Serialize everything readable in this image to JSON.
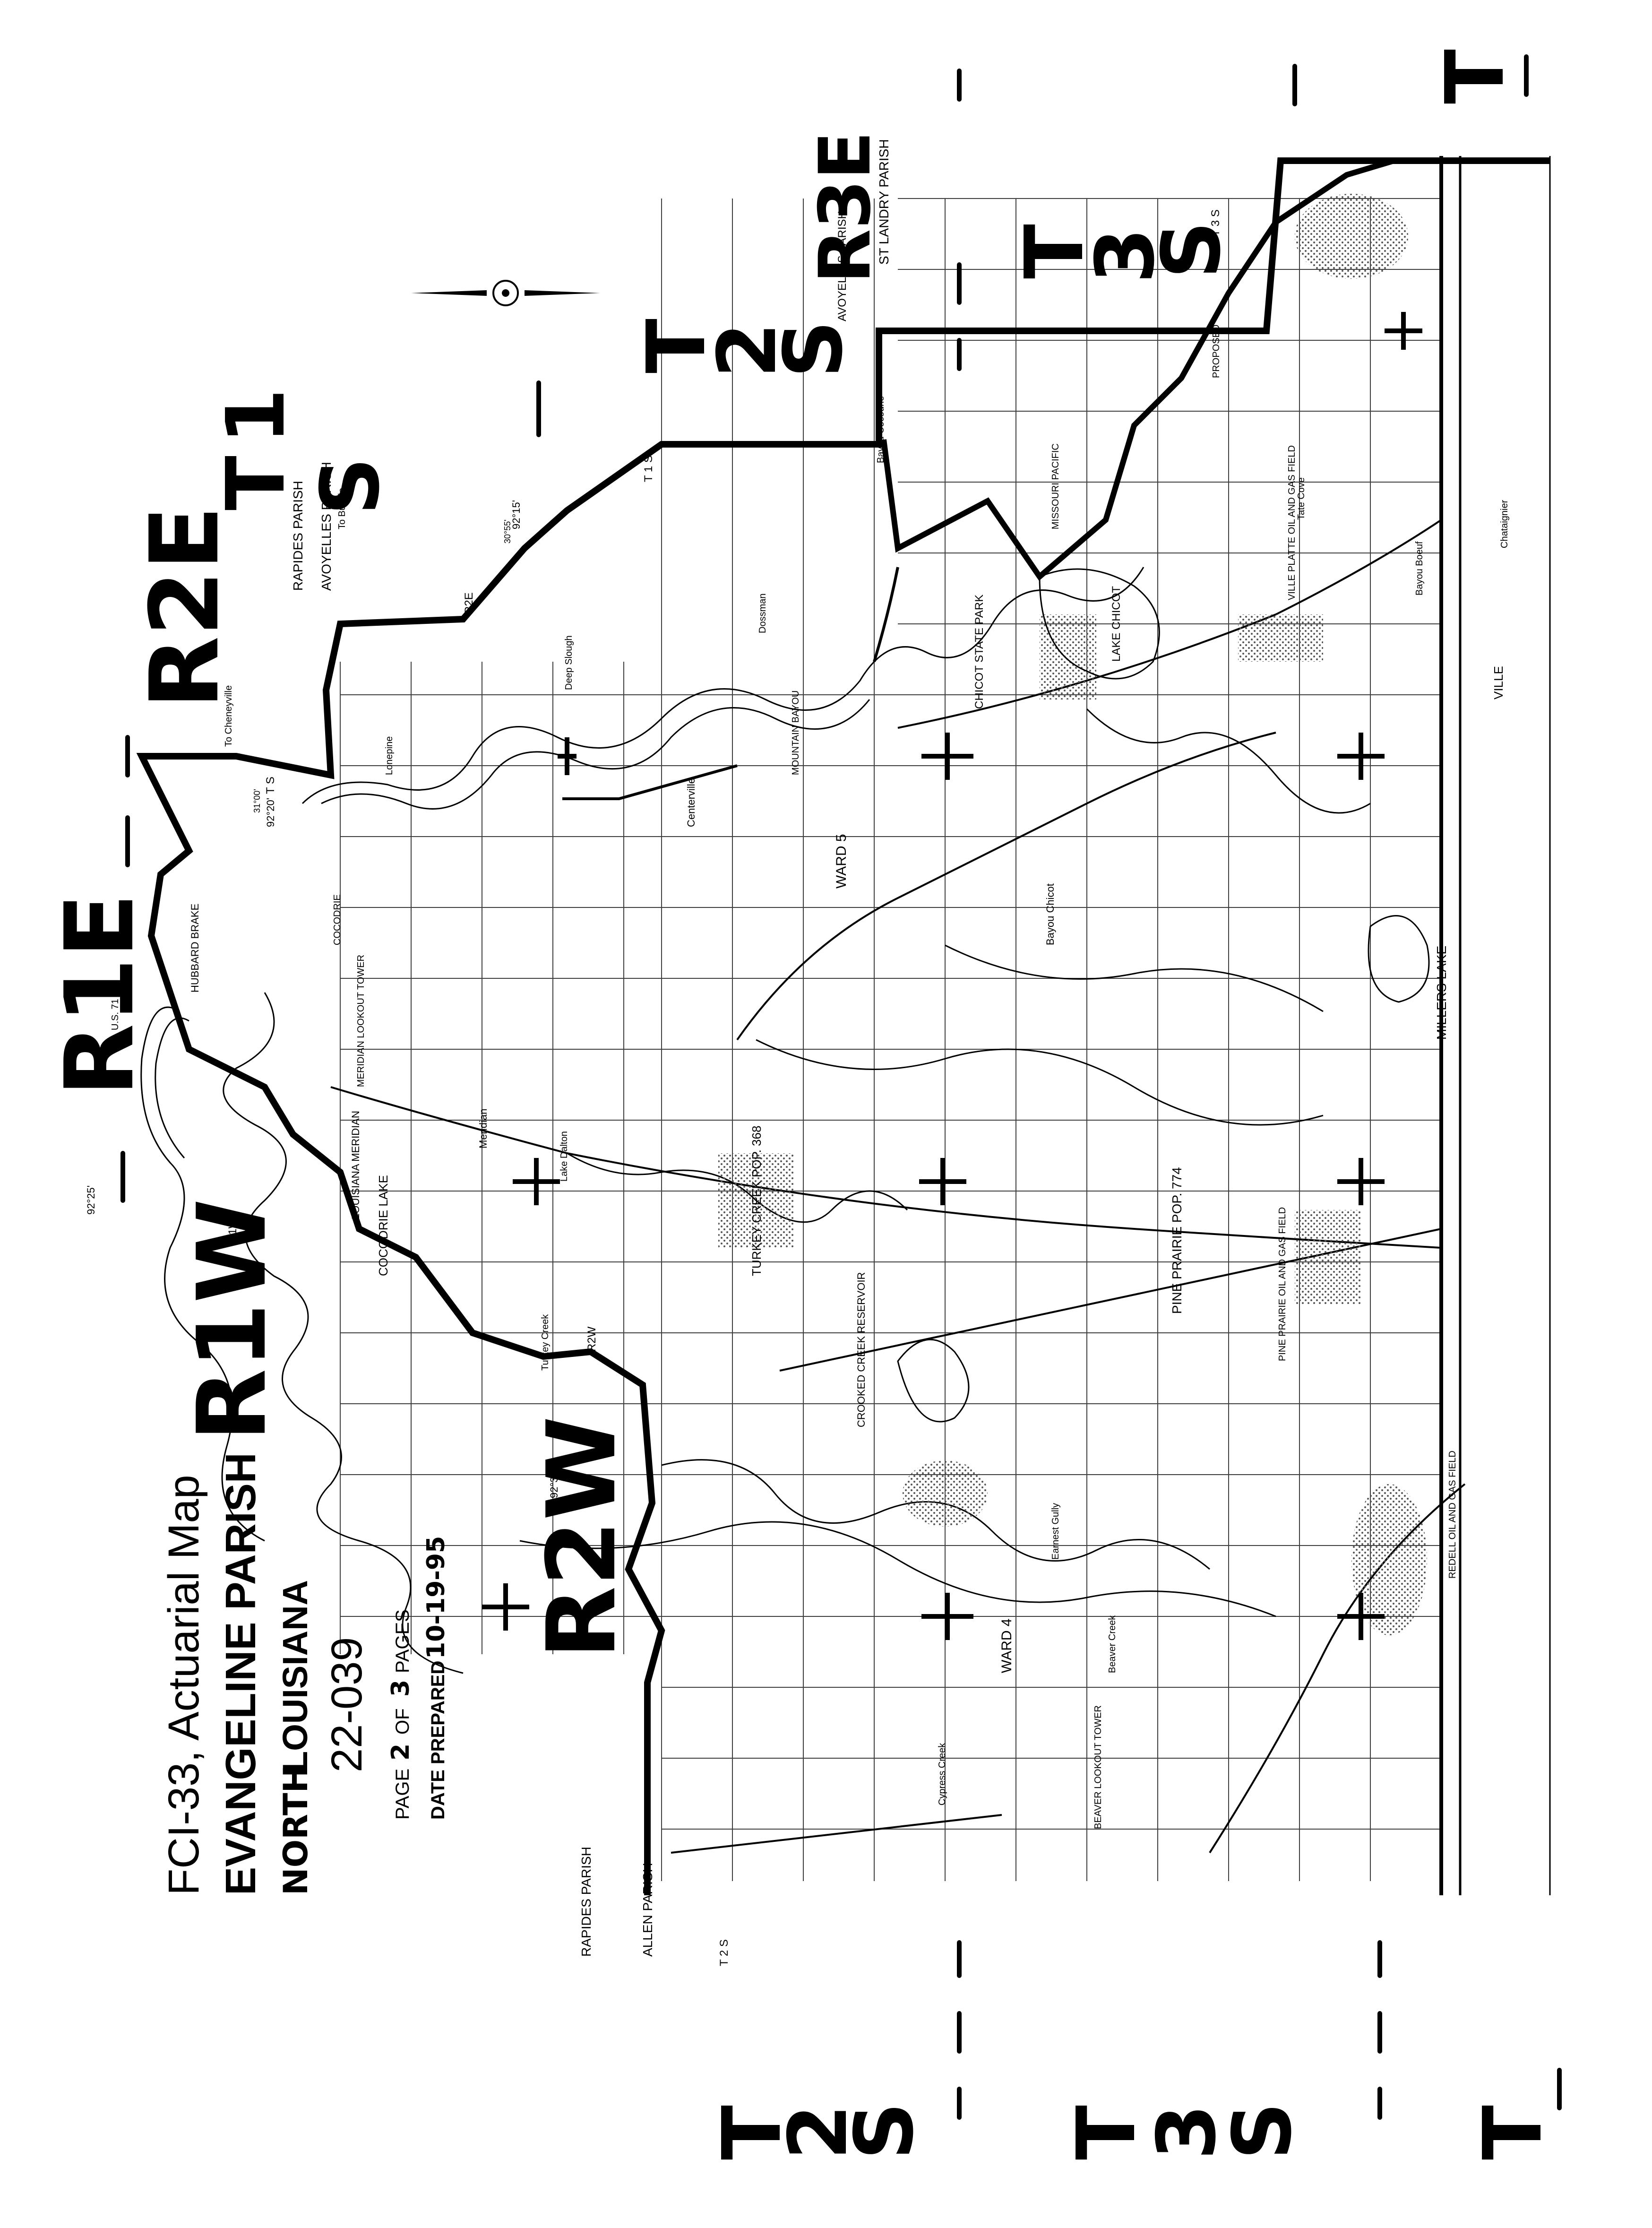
{
  "title_block": {
    "line1": "FCI-33, Actuarial Map",
    "line2": "EVANGELINE PARISH",
    "line3_hand": "NORTH",
    "line3_print": "LOUISIANA",
    "map_number": "22-039",
    "page_prefix": "PAGE",
    "page_number": "2",
    "page_of": "OF",
    "page_total": "3",
    "page_suffix": "PAGES",
    "date_label": "DATE PREPARED",
    "date_value": "10-19-95"
  },
  "ranges": {
    "r2w": "R2W",
    "r1w": "R1W",
    "r1e": "R1E",
    "r2e": "R2E",
    "r3e": "R3E",
    "r2w_small": "R2W",
    "r1w_small": "R1W",
    "r2e_small": "R2E"
  },
  "townships": {
    "t1s_top_a": "T",
    "t1s_top_b": "1",
    "t1s_top_c": "S",
    "t2s_top_a": "T",
    "t2s_top_b": "2",
    "t2s_top_c": "S",
    "t3s_top_a": "T",
    "t3s_top_b": "3",
    "t3s_top_c": "S",
    "t_right": "T",
    "t2s_bottom_a": "T",
    "t2s_bottom_b": "2",
    "t2s_bottom_c": "S",
    "t3s_bottom_a": "T",
    "t3s_bottom_b": "3",
    "t3s_bottom_c": "S",
    "t_bottom": "T",
    "small_t2s": "T 2 S",
    "small_t3s": "T 3 S",
    "small_ts": "T S",
    "small_t1s": "T 1 S"
  },
  "parishes": {
    "rapides": "RAPIDES PARISH",
    "avoyelles": "AVOYELLES PARISH",
    "st_landry": "ST LANDRY PARISH",
    "allen": "ALLEN PARISH",
    "rapides_bottom": "RAPIDES PARISH",
    "avoyelles_top": "AVOYELLES PARISH"
  },
  "places": {
    "turkey_creek": "TURKEY CREEK POP. 368",
    "pine_prairie": "PINE PRAIRIE POP. 774",
    "ward5": "WARD 5",
    "ward4": "WARD 4",
    "chicot_park": "CHICOT STATE PARK",
    "lake_chicot": "LAKE CHICOT",
    "millers_lake": "MILLERS LAKE",
    "crooked_creek": "CROOKED CREEK RESERVOIR",
    "cocodrie_lake": "COCODRIE LAKE",
    "hubbard_brake": "HUBBARD BRAKE",
    "meridian_tower": "MERIDIAN LOOKOUT TOWER",
    "beaver_tower": "BEAVER LOOKOUT TOWER",
    "redell": "REDELL OIL AND GAS FIELD",
    "pine_prairie_field": "PINE PRAIRIE OIL AND GAS FIELD",
    "ville_platte_field": "VILLE PLATTE OIL AND GAS FIELD",
    "louisiana_meridian": "LOUISIANA MERIDIAN",
    "meridian": "Meridian",
    "centerville": "Centerville",
    "mountain_bayou": "MOUNTAIN BAYOU",
    "bayou_chicot": "Bayou Chicot",
    "ville": "VILLE",
    "missouri_pacific": "MISSOURI PACIFIC",
    "deep_slough": "Deep Slough",
    "cocodrie_bayou": "COCODRIE",
    "lone_pine": "Lonepine",
    "to_cheneyville": "To Cheneyville",
    "to_bunkie": "To Bunkie",
    "cypress_creek": "Cypress Creek",
    "beaver_creek": "Beaver Creek",
    "earnest_gully": "Earnest Gully",
    "turkey_creek_stream": "Turkey Creek",
    "bayou_boeuf": "Bayou Boeuf",
    "bayou_cocodrie": "Bayou Cocodrie",
    "dossman": "Dossman",
    "tate_cove": "Tate Cove",
    "chataignier": "Chataignier",
    "proposed": "PROPOSED",
    "us71": "U.S. 71",
    "lake_dalton": "Lake Dalton"
  },
  "coordinates": {
    "lon_92_25": "92°25'",
    "lon_92_30": "92°30'",
    "lon_92_20": "92°20'",
    "lon_92_15": "92°15'",
    "lat_31_00": "31°00'",
    "lat_30_55": "30°55'"
  },
  "colors": {
    "ink": "#000000",
    "paper": "#ffffff",
    "stipple": "#555555"
  }
}
